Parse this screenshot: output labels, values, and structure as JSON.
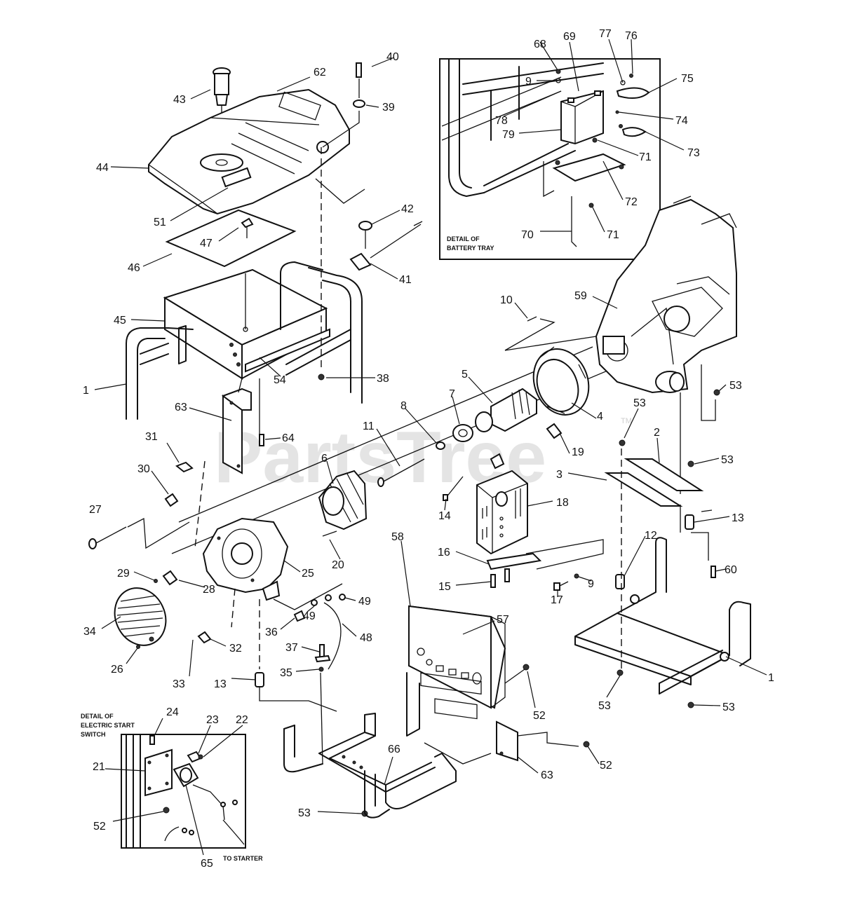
{
  "watermark": {
    "text": "PartsTree",
    "trademark": "TM"
  },
  "detail_battery": {
    "line1": "DETAIL OF",
    "line2": "BATTERY TRAY"
  },
  "detail_switch": {
    "line1": "DETAIL OF",
    "line2": "ELECTRIC START",
    "line3": "SWITCH"
  },
  "to_starter": "TO STARTER",
  "callouts": {
    "p1a": "1",
    "p1b": "1",
    "p2": "2",
    "p3": "3",
    "p4": "4",
    "p5": "5",
    "p6": "6",
    "p7": "7",
    "p8": "8",
    "p9a": "9",
    "p9b": "9",
    "p10": "10",
    "p11": "11",
    "p12": "12",
    "p13a": "13",
    "p13b": "13",
    "p14": "14",
    "p15": "15",
    "p16": "16",
    "p17": "17",
    "p18": "18",
    "p19": "19",
    "p20": "20",
    "p21": "21",
    "p22": "22",
    "p23": "23",
    "p24": "24",
    "p25": "25",
    "p26": "26",
    "p27": "27",
    "p28": "28",
    "p29": "29",
    "p30": "30",
    "p31": "31",
    "p32": "32",
    "p33": "33",
    "p34": "34",
    "p35": "35",
    "p36": "36",
    "p37": "37",
    "p38": "38",
    "p39": "39",
    "p40": "40",
    "p41": "41",
    "p42": "42",
    "p43": "43",
    "p44": "44",
    "p45": "45",
    "p46": "46",
    "p47": "47",
    "p48": "48",
    "p49a": "49",
    "p49b": "49",
    "p51": "51",
    "p52a": "52",
    "p52b": "52",
    "p52c": "52",
    "p53a": "53",
    "p53b": "53",
    "p53c": "53",
    "p53d": "53",
    "p53e": "53",
    "p53f": "53",
    "p54": "54",
    "p57": "57",
    "p58": "58",
    "p59": "59",
    "p60": "60",
    "p62": "62",
    "p63a": "63",
    "p63b": "63",
    "p64": "64",
    "p65": "65",
    "p66": "66",
    "p68": "68",
    "p69": "69",
    "p70": "70",
    "p71a": "71",
    "p71b": "71",
    "p72": "72",
    "p73": "73",
    "p74": "74",
    "p75": "75",
    "p76": "76",
    "p77": "77",
    "p78": "78",
    "p79": "79"
  }
}
